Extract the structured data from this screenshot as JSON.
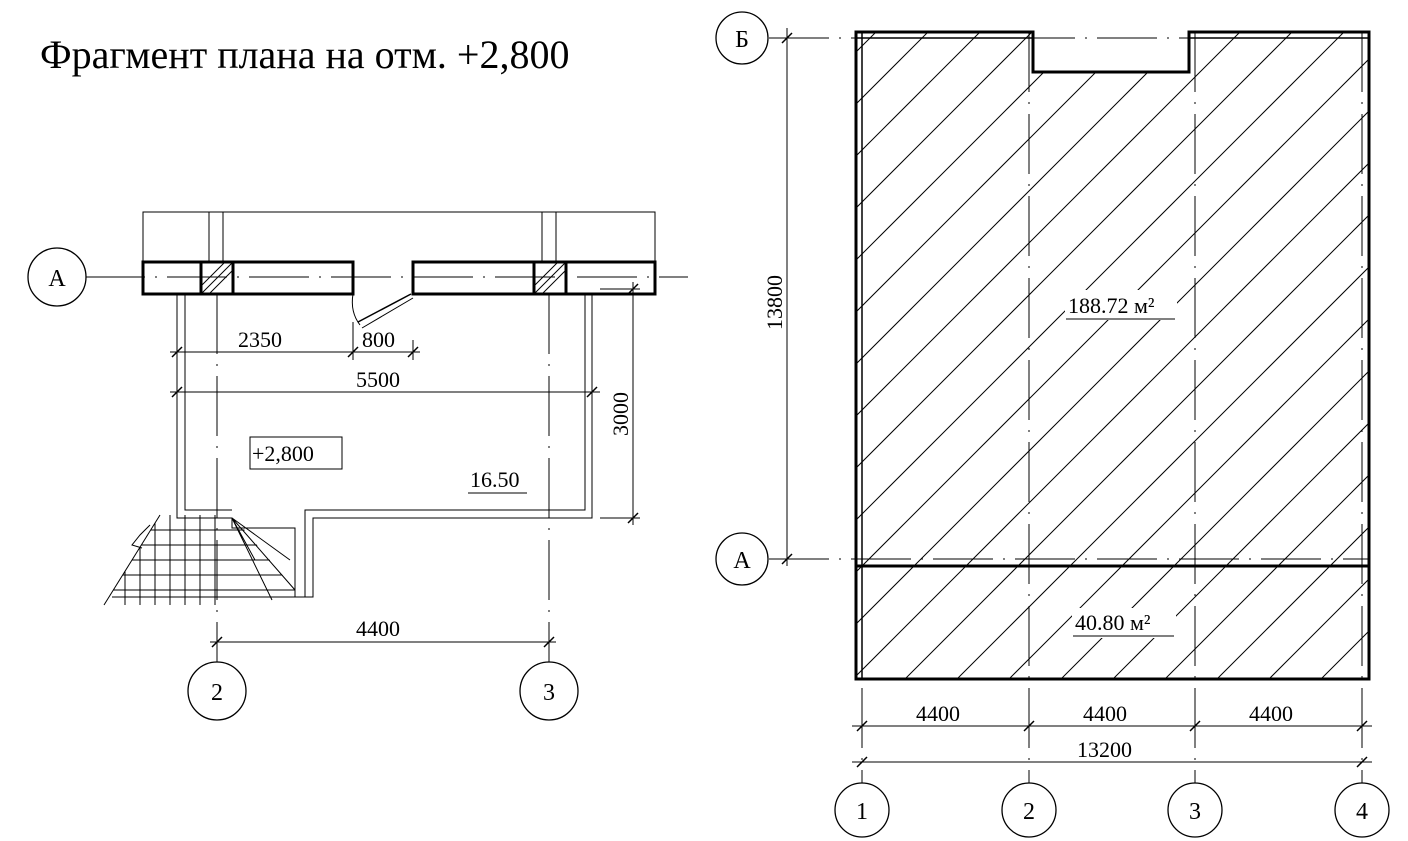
{
  "title": "Фрагмент плана на отм. +2,800",
  "left_plan": {
    "axis_a": "А",
    "axis_2": "2",
    "axis_3": "3",
    "dim_2350": "2350",
    "dim_800": "800",
    "dim_5500": "5500",
    "dim_3000": "3000",
    "dim_4400": "4400",
    "elevation_mark": "+2,800",
    "room_area": "16.50"
  },
  "right_plan": {
    "axis_b": "Б",
    "axis_a": "А",
    "axis_1": "1",
    "axis_2": "2",
    "axis_3": "3",
    "axis_4": "4",
    "dim_13800": "13800",
    "dim_4400_a": "4400",
    "dim_4400_b": "4400",
    "dim_4400_c": "4400",
    "dim_13200": "13200",
    "area_upper": "188.72 м²",
    "area_lower": "40.80 м²"
  }
}
